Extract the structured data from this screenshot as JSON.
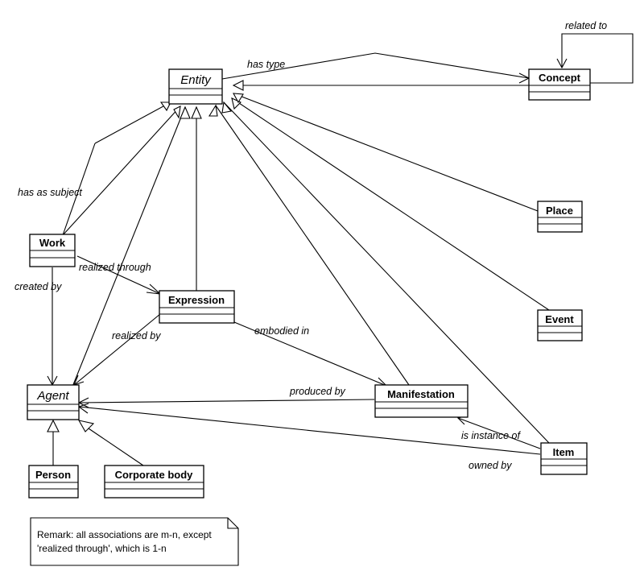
{
  "classes": {
    "entity": "Entity",
    "concept": "Concept",
    "place": "Place",
    "event": "Event",
    "work": "Work",
    "expression": "Expression",
    "manifestation": "Manifestation",
    "item": "Item",
    "agent": "Agent",
    "person": "Person",
    "corporate_body": "Corporate body"
  },
  "associations": {
    "related_to": "related to",
    "has_type": "has type",
    "has_as_subject": "has as subject",
    "realized_through": "realized through",
    "created_by": "created by",
    "realized_by": "realized by",
    "embodied_in": "embodied in",
    "produced_by": "produced by",
    "is_instance_of": "is instance of",
    "owned_by": "owned by"
  },
  "note": {
    "line1": "Remark: all associations are m-n, except",
    "line2": "'realized through', which is 1-n"
  },
  "colors": {
    "stroke": "#000000",
    "background": "#ffffff"
  }
}
